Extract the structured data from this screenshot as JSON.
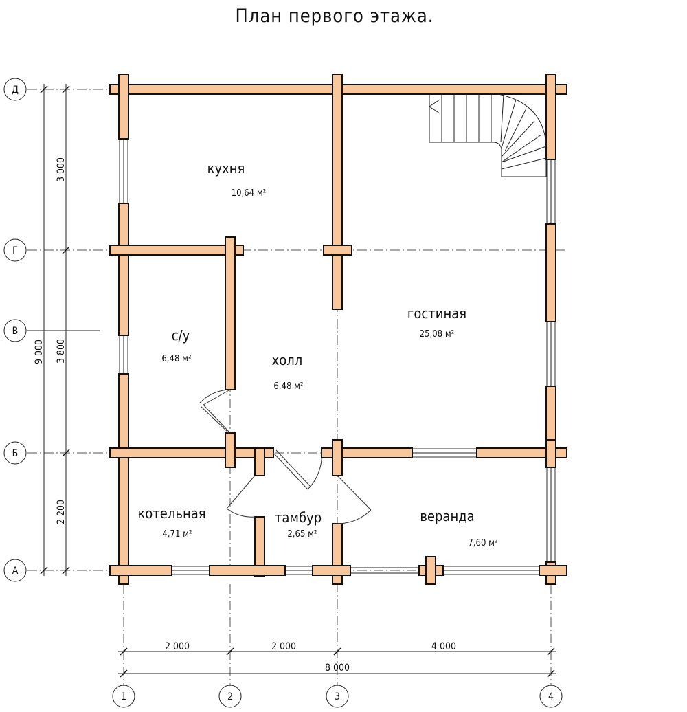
{
  "title": "План первого этажа.",
  "rooms": [
    {
      "name": "кухня",
      "area": "10,64 м²"
    },
    {
      "name": "гостиная",
      "area": "25,08 м²"
    },
    {
      "name": "с/у",
      "area": "6,48 м²"
    },
    {
      "name": "холл",
      "area": "6,48 м²"
    },
    {
      "name": "котельная",
      "area": "4,71 м²"
    },
    {
      "name": "тамбур",
      "area": "2,65 м²"
    },
    {
      "name": "веранда",
      "area": "7,60 м²"
    }
  ],
  "axes_letters": [
    "Д",
    "Г",
    "В",
    "Б",
    "А"
  ],
  "axes_numbers": [
    "1",
    "2",
    "3",
    "4"
  ],
  "dimensions": {
    "left_total": "9 000",
    "left_segments": [
      "3 000",
      "3 800",
      "2 200"
    ],
    "bottom_segments": [
      "2 000",
      "2 000",
      "4 000"
    ],
    "bottom_total": "8 000"
  }
}
